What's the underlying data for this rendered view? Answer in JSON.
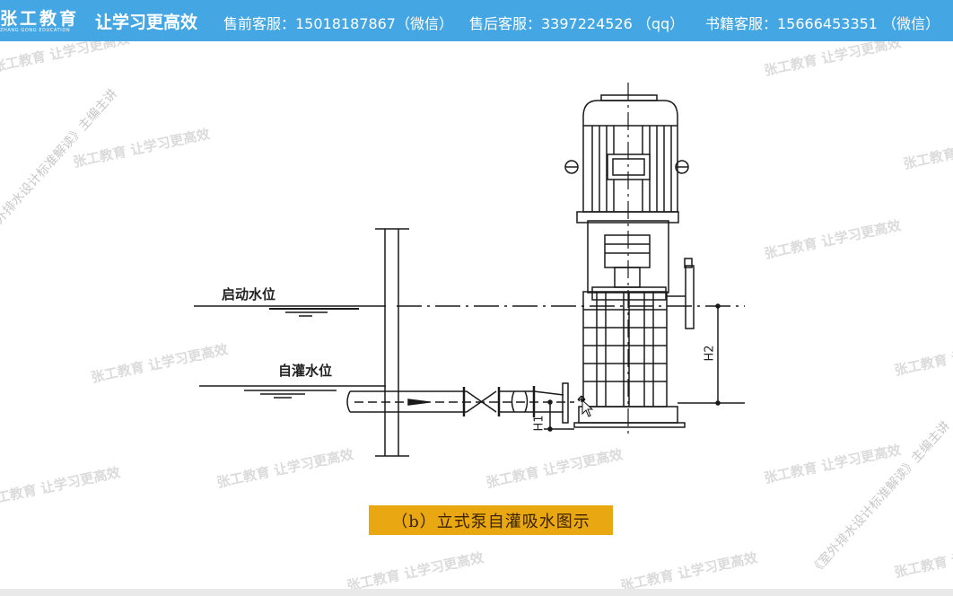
{
  "header": {
    "logo_cn": "张工教育",
    "logo_en": "ZHANG GONG EDUCATION",
    "slogan": "让学习更高效",
    "contacts": [
      {
        "label": "售前客服：15018187867（微信）"
      },
      {
        "label": "售后客服：3397224526 （qq）"
      },
      {
        "label": "书籍客服：15666453351 （微信）"
      }
    ],
    "background_color": "#44a7e3"
  },
  "diagram": {
    "labels": {
      "start_level": "启动水位",
      "self_priming_level": "自灌水位",
      "h1": "H1",
      "h2": "H2"
    },
    "caption": "（b）立式泵自灌吸水图示",
    "caption_color": "#e9a811"
  },
  "watermarks": {
    "brand": "张工教育 让学习更高效",
    "book_note": "《室外排水设计标准解读》主编主讲"
  }
}
